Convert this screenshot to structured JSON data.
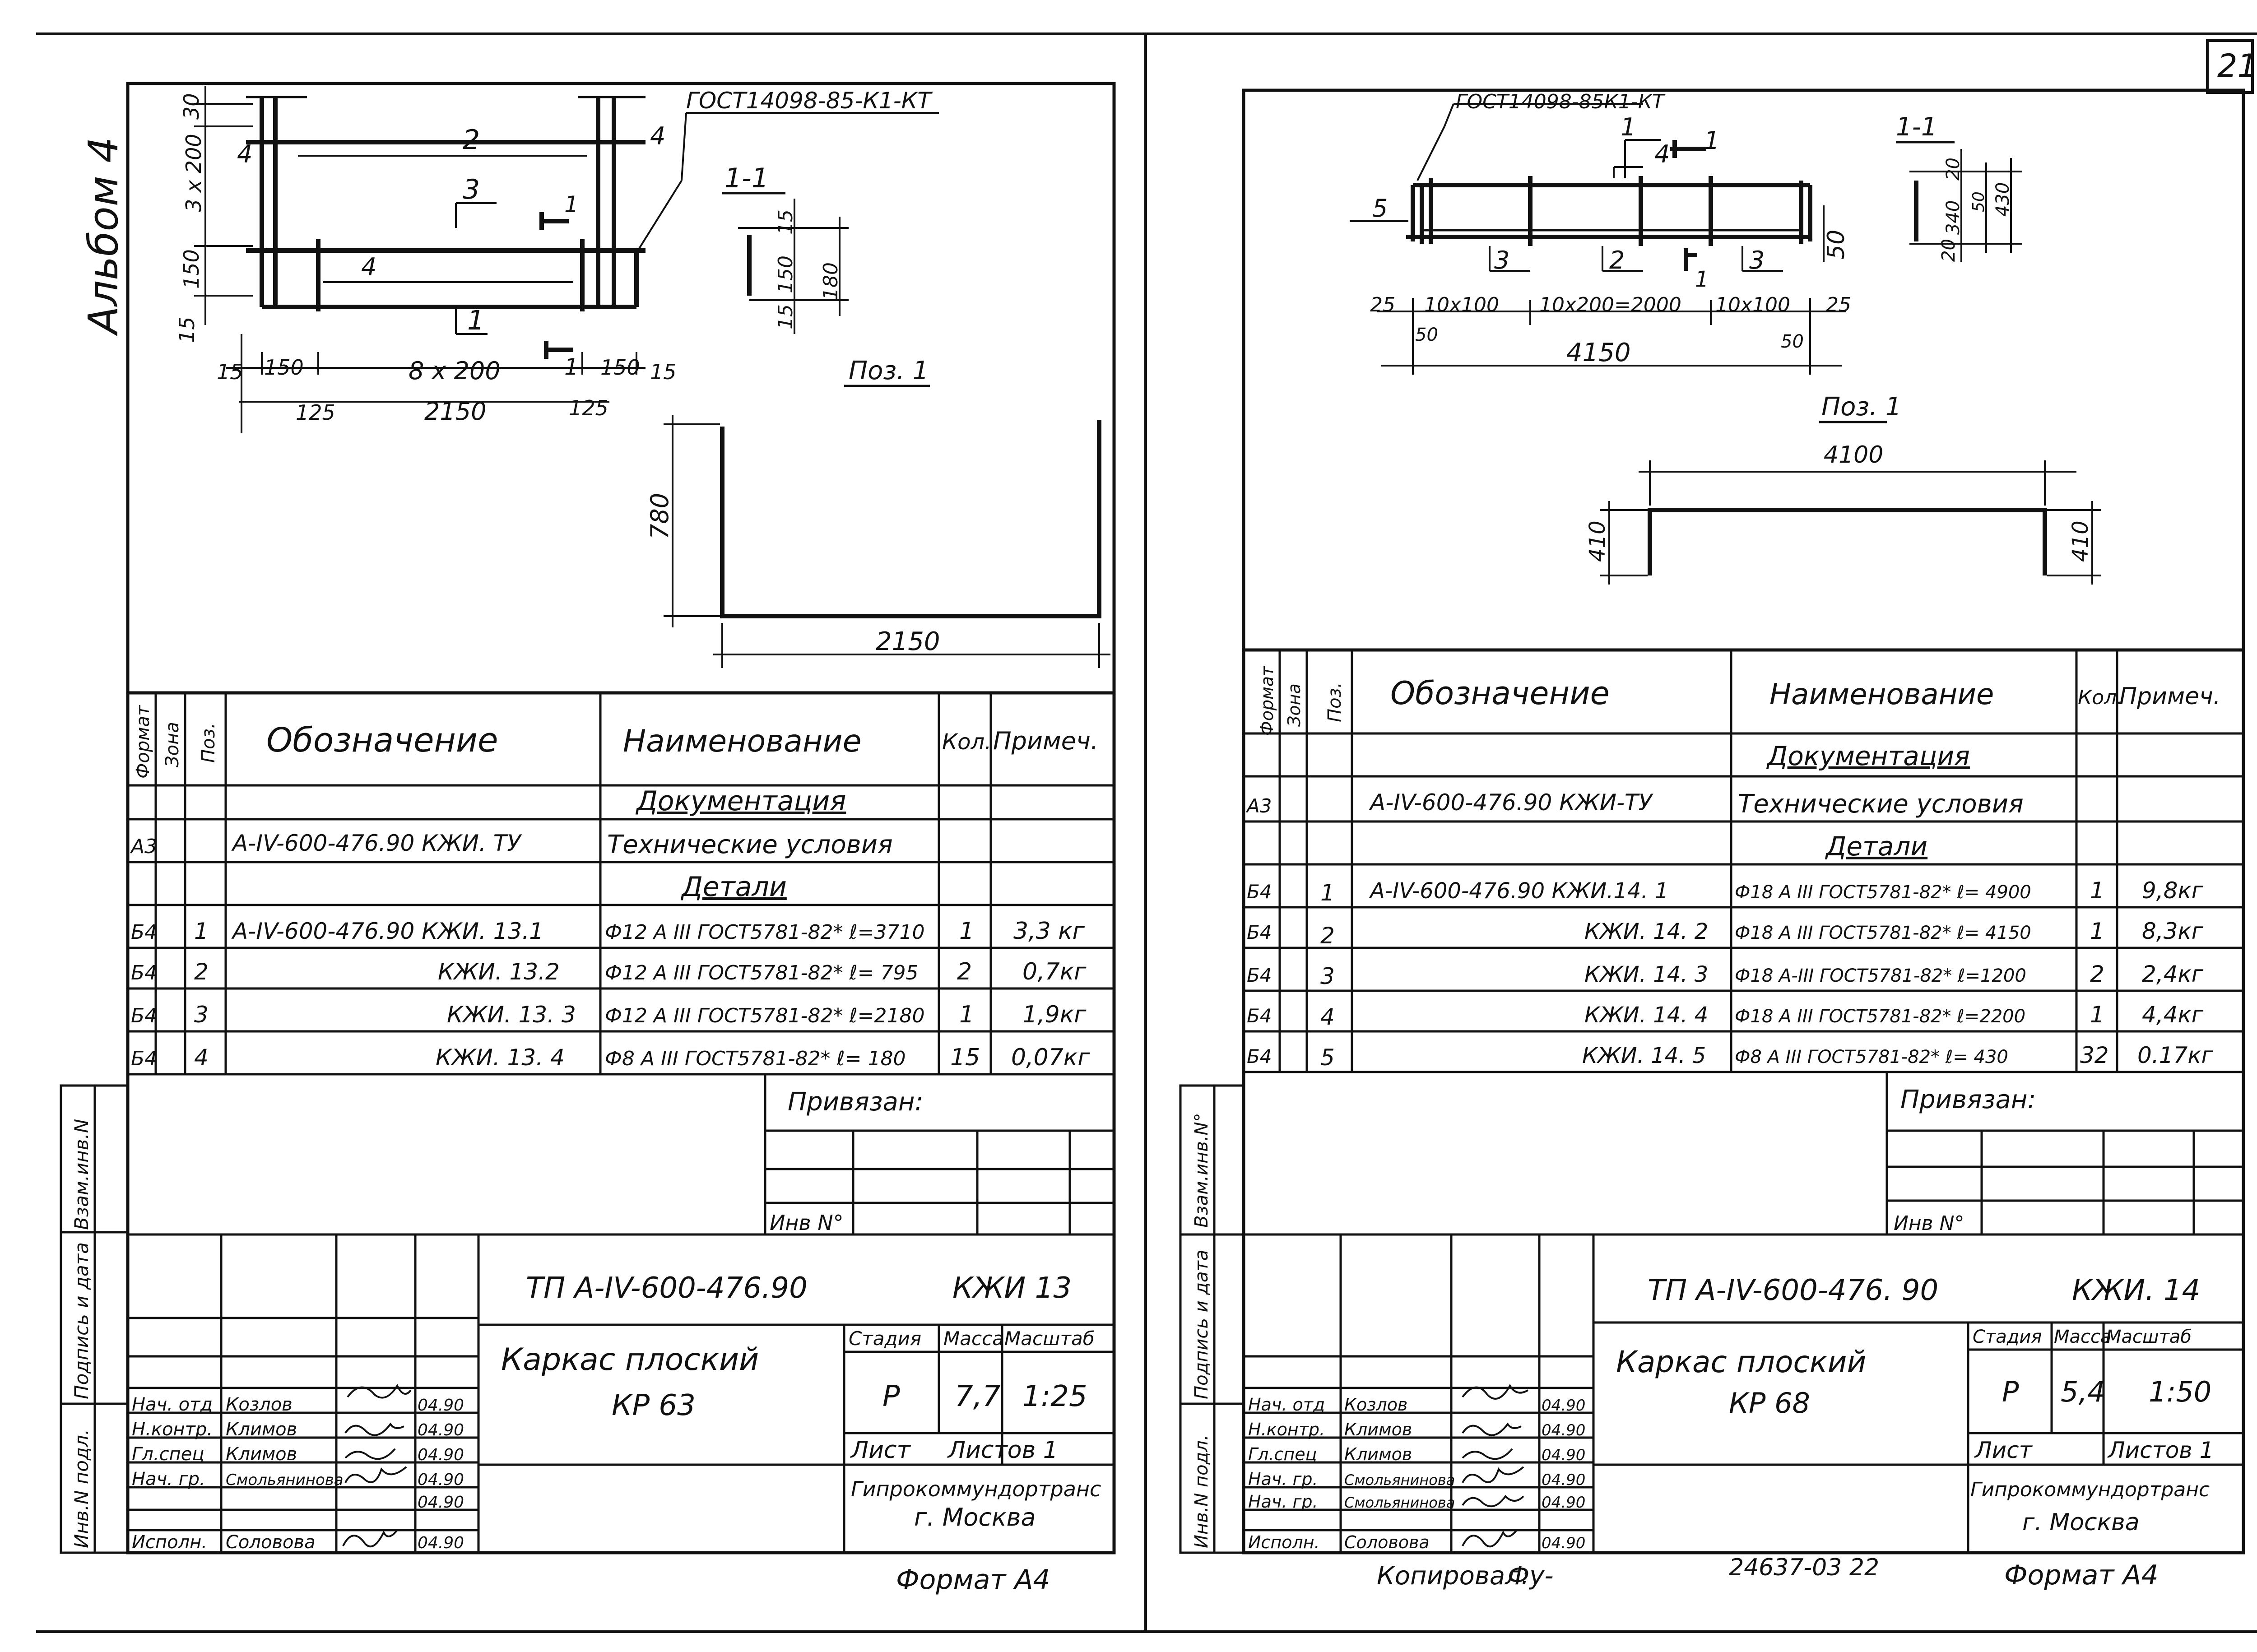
{
  "page_number": "21",
  "album_label": "Альбом 4",
  "copy_note": "Копировал:",
  "copy_signature": "Фу-",
  "archive_number": "24637-03  22",
  "left": {
    "ref_note": "ГОСТ14098-85-К1-КТ",
    "section_label": "1-1",
    "pos_label": "Поз. 1",
    "dims": {
      "top30": "30",
      "h3x200": "3 x 200",
      "h150": "150",
      "h15": "15",
      "pos2": "2",
      "pos3": "3",
      "pos4a": "4",
      "pos4b": "4",
      "pos4c": "4",
      "pos1": "1",
      "cut1a": "1",
      "cut1b": "1",
      "b15a": "15",
      "b150a": "150",
      "b8x200": "8 x 200",
      "b150b": "150",
      "b15b": "15",
      "b125a": "125",
      "b2150": "2150",
      "b125b": "125",
      "s15a": "15",
      "s150": "150",
      "s180": "180",
      "s15b": "15",
      "p780": "780",
      "p2150": "2150"
    },
    "table": {
      "headers": [
        "Формат",
        "Зона",
        "Поз.",
        "Обозначение",
        "Наименование",
        "Кол.",
        "Примеч."
      ],
      "section_docs": "Документация",
      "section_parts": "Детали",
      "rows": [
        {
          "fmt": "А3",
          "zone": "",
          "pos": "",
          "code": "А-IV-600-476.90 КЖИ. ТУ",
          "name": "Технические условия",
          "qty": "",
          "note": ""
        },
        {
          "fmt": "Б4",
          "zone": "",
          "pos": "1",
          "code": "А-IV-600-476.90  КЖИ. 13.1",
          "name": "Ф12 А III ГОСТ5781-82* ℓ=3710",
          "qty": "1",
          "note": "3,3 кг"
        },
        {
          "fmt": "Б4",
          "zone": "",
          "pos": "2",
          "code": "КЖИ. 13.2",
          "name": "Ф12 А III ГОСТ5781-82* ℓ= 795",
          "qty": "2",
          "note": "0,7кг"
        },
        {
          "fmt": "Б4",
          "zone": "",
          "pos": "3",
          "code": "КЖИ. 13. 3",
          "name": "Ф12 А III ГОСТ5781-82* ℓ=2180",
          "qty": "1",
          "note": "1,9кг"
        },
        {
          "fmt": "Б4",
          "zone": "",
          "pos": "4",
          "code": "КЖИ. 13. 4",
          "name": "Ф8 А III  ГОСТ5781-82* ℓ= 180",
          "qty": "15",
          "note": "0,07кг"
        }
      ]
    },
    "side_labels": [
      "Инв.N подл.",
      "Подпись и дата",
      "Взам.инв.N"
    ],
    "attached_label": "Привязан:",
    "inv_label": "Инв N°",
    "tp": "ТП  А-IV-600-476.90",
    "doc_code": "КЖИ 13",
    "title1": "Каркас плоский",
    "title2": "КР 63",
    "stage_h": "Стадия",
    "mass_h": "Масса",
    "scale_h": "Масштаб",
    "stage": "Р",
    "mass": "7,7",
    "scale": "1:25",
    "sheet_label": "Лист",
    "sheets_label": "Листов 1",
    "org1": "Гипрокоммундортранс",
    "org2": "г. Москва",
    "format": "Формат А4",
    "people": [
      {
        "role": "Нач. отд",
        "name": "Козлов",
        "date": "04.90"
      },
      {
        "role": "Н.контр.",
        "name": "Климов",
        "date": "04.90"
      },
      {
        "role": "Гл.спец",
        "name": "Климов",
        "date": "04.90"
      },
      {
        "role": "Нач. гр.",
        "name": "Смольянинова",
        "date": "04.90"
      },
      {
        "role": "",
        "name": "",
        "date": "04.90"
      },
      {
        "role": "Исполн.",
        "name": "Соловова",
        "date": "04.90"
      }
    ]
  },
  "right": {
    "ref_note": "ГОСТ14098-85К1-КТ",
    "section_label": "1-1",
    "pos_label": "Поз. 1",
    "dims": {
      "pos1": "1",
      "pos4": "4",
      "cut1a": "1",
      "pos5": "5",
      "pos3a": "3",
      "pos2": "2",
      "cut1b": "1",
      "pos3b": "3",
      "h50": "50",
      "b25a": "25",
      "b10x100a": "10x100",
      "b10x200": "10x200=2000",
      "b10x100b": "10x100",
      "b25b": "25",
      "b50a": "50",
      "b50b": "50",
      "b4150": "4150",
      "s20a": "20",
      "s340": "340",
      "s50": "50",
      "s430": "430",
      "s20b": "20",
      "p4100": "4100",
      "p410a": "410",
      "p410b": "410"
    },
    "table": {
      "headers": [
        "Формат",
        "Зона",
        "Поз.",
        "Обозначение",
        "Наименование",
        "Кол.",
        "Примеч."
      ],
      "section_docs": "Документация",
      "section_parts": "Детали",
      "rows": [
        {
          "fmt": "А3",
          "zone": "",
          "pos": "",
          "code": "А-IV-600-476.90  КЖИ-ТУ",
          "name": "Технические условия",
          "qty": "",
          "note": ""
        },
        {
          "fmt": "Б4",
          "zone": "",
          "pos": "1",
          "code": "А-IV-600-476.90  КЖИ.14. 1",
          "name": "Ф18 А III ГОСТ5781-82* ℓ= 4900",
          "qty": "1",
          "note": "9,8кг"
        },
        {
          "fmt": "Б4",
          "zone": "",
          "pos": "2",
          "code": "КЖИ. 14. 2",
          "name": "Ф18 А III ГОСТ5781-82* ℓ= 4150",
          "qty": "1",
          "note": "8,3кг"
        },
        {
          "fmt": "Б4",
          "zone": "",
          "pos": "3",
          "code": "КЖИ. 14. 3",
          "name": "Ф18 А-III ГОСТ5781-82* ℓ=1200",
          "qty": "2",
          "note": "2,4кг"
        },
        {
          "fmt": "Б4",
          "zone": "",
          "pos": "4",
          "code": "КЖИ. 14. 4",
          "name": "Ф18 А III ГОСТ5781-82* ℓ=2200",
          "qty": "1",
          "note": "4,4кг"
        },
        {
          "fmt": "Б4",
          "zone": "",
          "pos": "5",
          "code": "КЖИ. 14. 5",
          "name": "Ф8 А III ГОСТ5781-82* ℓ= 430",
          "qty": "32",
          "note": "0.17кг"
        }
      ]
    },
    "side_labels": [
      "Инв.N подл.",
      "Подпись и дата",
      "Взам.инв.N°"
    ],
    "attached_label": "Привязан:",
    "inv_label": "Инв N°",
    "tp": "ТП  А-IV-600-476. 90",
    "doc_code": "КЖИ. 14",
    "title1": "Каркас плоский",
    "title2": "КР 68",
    "stage_h": "Стадия",
    "mass_h": "Масса",
    "scale_h": "Масштаб",
    "stage": "Р",
    "mass": "5,4",
    "scale": "1:50",
    "sheet_label": "Лист",
    "sheets_label": "Листов 1",
    "org1": "Гипрокоммундортранс",
    "org2": "г. Москва",
    "format": "Формат А4",
    "people": [
      {
        "role": "Нач. отд",
        "name": "Козлов",
        "date": "04.90"
      },
      {
        "role": "Н.контр.",
        "name": "Климов",
        "date": "04.90"
      },
      {
        "role": "Гл.спец",
        "name": "Климов",
        "date": "04.90"
      },
      {
        "role": "Нач. гр.",
        "name": "Смольянинова",
        "date": "04.90"
      },
      {
        "role": "Нач. гр.",
        "name": "Смольянинова",
        "date": "04.90"
      },
      {
        "role": "Исполн.",
        "name": "Соловова",
        "date": "04.90"
      }
    ]
  }
}
